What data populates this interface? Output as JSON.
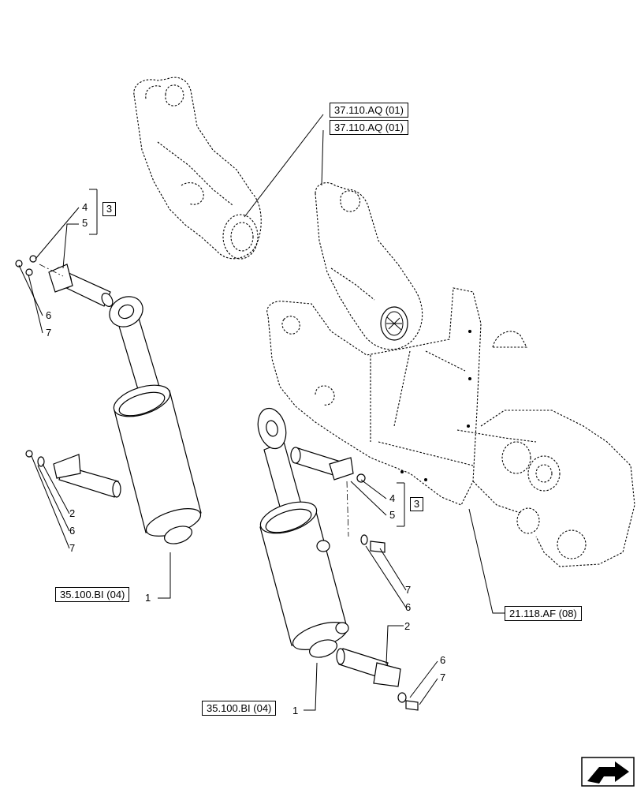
{
  "references": {
    "pin_top_1": "37.110.AQ (01)",
    "pin_top_2": "37.110.AQ (01)",
    "cylinder_left": "35.100.BI (04)",
    "cylinder_right": "35.100.BI (04)",
    "frame": "21.118.AF (08)"
  },
  "item_groups": {
    "group_top_left": "3",
    "group_right": "3"
  },
  "callouts": {
    "c1_left": "1",
    "c1_right": "1",
    "c2_left": "2",
    "c2_right": "2",
    "c4_top": "4",
    "c5_top": "5",
    "c6_top": "6",
    "c7_top": "7",
    "c6_left": "6",
    "c7_left": "7",
    "c4_right": "4",
    "c5_right": "5",
    "c7_mid": "7",
    "c6_mid": "6",
    "c6_bottom": "6",
    "c7_bottom": "7"
  },
  "icons": {
    "nav": "next-page-arrow-icon"
  }
}
